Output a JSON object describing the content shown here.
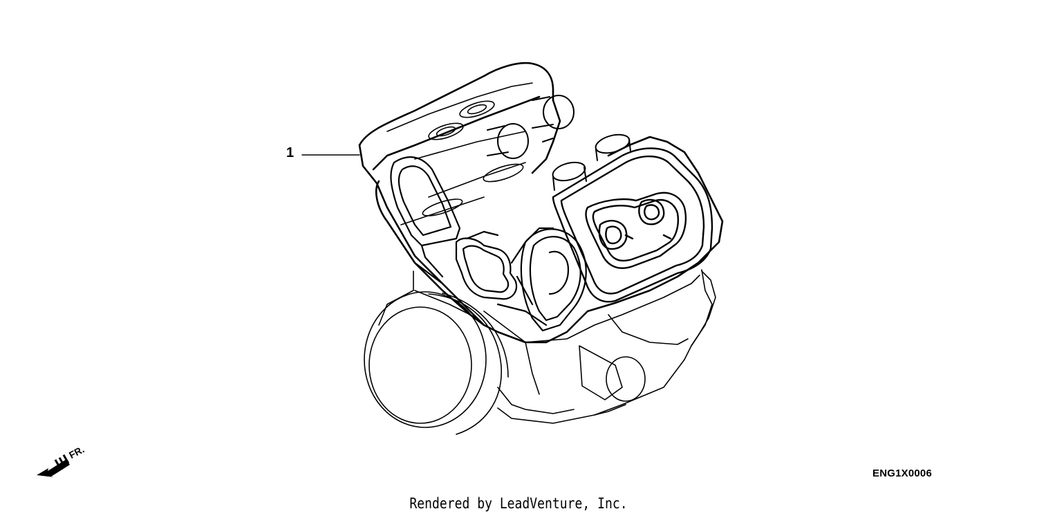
{
  "callout": {
    "number": "1"
  },
  "direction_indicator": {
    "label": "FR.",
    "icon": "front-direction-arrow-icon"
  },
  "diagram_code": "ENG1X0006",
  "footer": {
    "credit": "Rendered by LeadVenture, Inc."
  },
  "colors": {
    "line": "#000000",
    "background": "#ffffff"
  }
}
